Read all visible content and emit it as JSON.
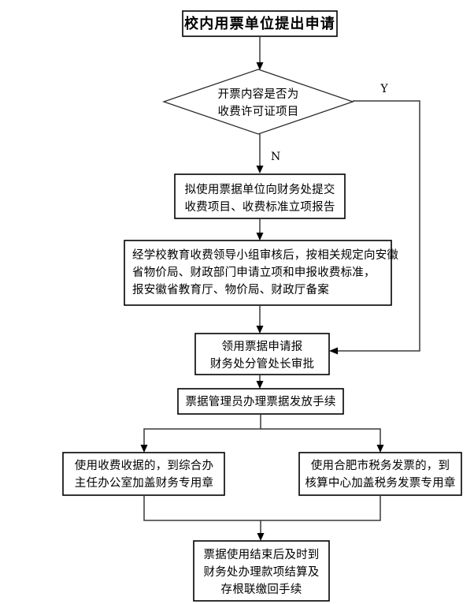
{
  "diagram": {
    "type": "flowchart",
    "title": "校内用票单位提出申请",
    "language": "zh-CN",
    "colors": {
      "background": "#ffffff",
      "stroke": "#000000",
      "line": "#3a3a3a",
      "text": "#000000"
    },
    "nodes": {
      "start": {
        "shape": "rectangle",
        "label": "校内用票单位提出申请"
      },
      "decision": {
        "shape": "diamond",
        "line1": "开票内容是否为",
        "line2": "收费许可证项目"
      },
      "process1": {
        "shape": "rectangle",
        "line1": "拟使用票据单位向财务处提交",
        "line2": "收费项目、收费标准立项报告"
      },
      "process2": {
        "shape": "rectangle",
        "line1": "经学校教育收费领导小组审核后，按相关规定向安徽",
        "line2": "省物价局、财政部门申请立项和申报收费标准，",
        "line3": "报安徽省教育厅、物价局、财政厅备案"
      },
      "process3": {
        "shape": "rectangle",
        "line1": "领用票据申请报",
        "line2": "财务处分管处长审批"
      },
      "process4": {
        "shape": "rectangle",
        "label": "票据管理员办理票据发放手续"
      },
      "branch_left": {
        "shape": "rectangle",
        "line1": "使用收费收据的，到综合办",
        "line2": "主任办公室加盖财务专用章"
      },
      "branch_right": {
        "shape": "rectangle",
        "line1": "使用合肥市税务发票的，到",
        "line2": "核算中心加盖税务发票专用章"
      },
      "end": {
        "shape": "rectangle",
        "line1": "票据使用结束后及时到",
        "line2": "财务处办理款项结算及",
        "line3": "存根联缴回手续"
      }
    },
    "edge_labels": {
      "yes": "Y",
      "no": "N"
    }
  }
}
